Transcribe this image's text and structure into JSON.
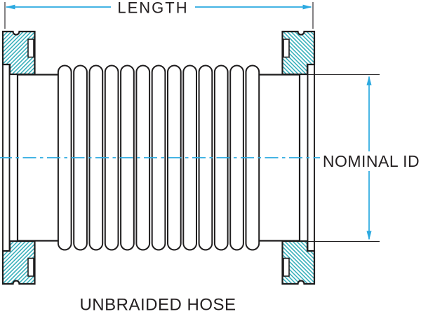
{
  "figure": {
    "caption": "UNBRAIDED HOSE",
    "labels": {
      "length": "LENGTH",
      "nominal_id": "NOMINAL ID"
    },
    "convolution_count": 13,
    "flange_count": 2,
    "colors": {
      "dimension_line": "#2BA9E0",
      "centerline": "#2BA9E0",
      "hatch": "#2CABB7",
      "outline": "#1F1D1E",
      "label_text": "#231F20",
      "background": "#FFFFFF"
    }
  }
}
